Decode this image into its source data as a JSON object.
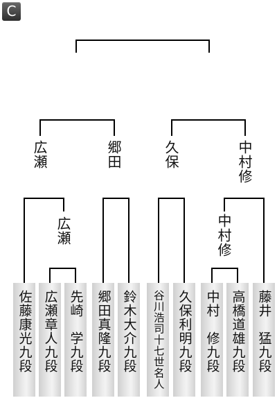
{
  "badge": {
    "letter": "C"
  },
  "winners": {
    "semi_left": "広瀬",
    "semi_right": "中村修",
    "qf_1": "広瀬",
    "qf_2": "郷田",
    "qf_3": "久保",
    "qf_4": "中村修"
  },
  "players": [
    "佐藤康光九段",
    "広瀬章人九段",
    "先崎　学九段",
    "郷田真隆九段",
    "鈴木大介九段",
    "谷川浩司十七世名人",
    "久保利明九段",
    "中村　修九段",
    "高橋道雄九段",
    "藤井　猛九段"
  ]
}
